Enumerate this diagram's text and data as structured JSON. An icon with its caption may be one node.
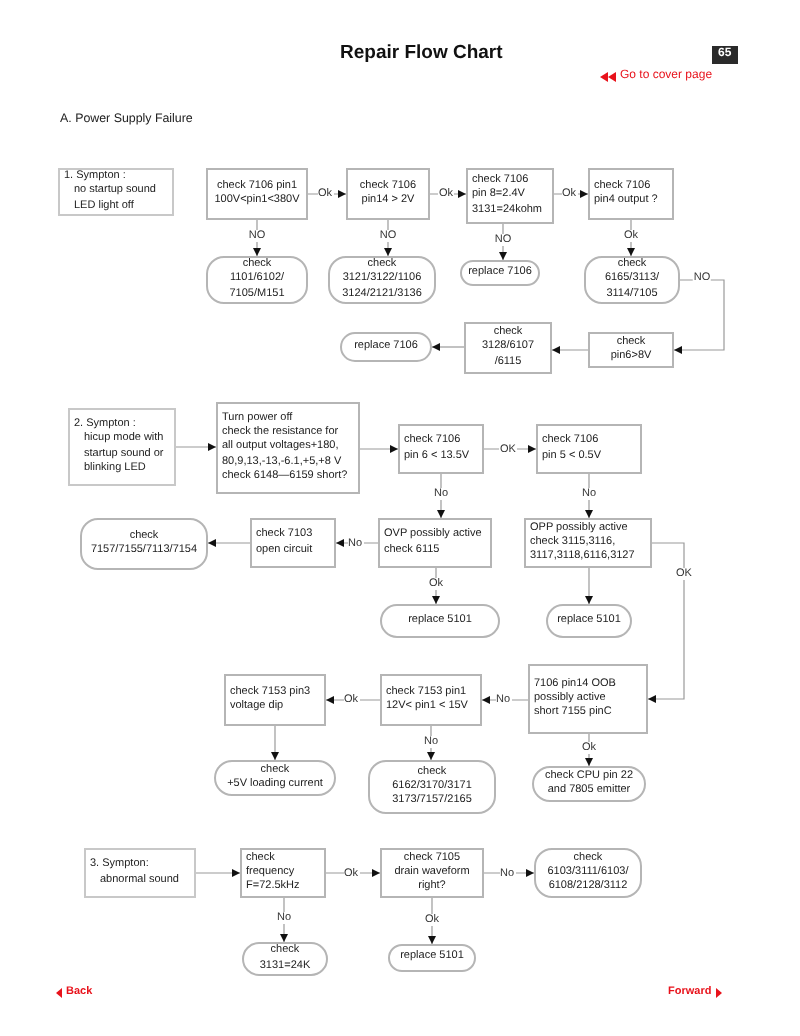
{
  "diagram": {
    "title": "Repair Flow Chart",
    "nodes": [
      {
        "text": [
          "1. Sympton :",
          "no startup sound LED light off"
        ]
      },
      {
        "text": [
          "check 7106 pin1 100V<pin1<380V"
        ]
      },
      {
        "text": [
          "check 7106 pin14 > 2V"
        ]
      },
      {
        "text": [
          "check 7106 pin 8=2.4V 3131=24kohm"
        ]
      },
      {
        "text": [
          "check 7106 pin4 output ?"
        ]
      },
      {
        "text": [
          "check 1101/6102/ 7105/M151"
        ]
      },
      {
        "text": [
          "check 3121/3122/1106 3124/2121/3136"
        ]
      },
      {
        "text": [
          "replace 7106"
        ]
      },
      {
        "text": [
          "check 6165/3113/ 3114/7105"
        ]
      },
      {
        "text": [
          "replace 7106"
        ]
      },
      {
        "text": [
          "check 3128/6107 /6115"
        ]
      },
      {
        "text": [
          "check pin6>8V"
        ]
      },
      {
        "text": [
          "2. Sympton :",
          "hicup mode with startup sound or blinking LED"
        ]
      },
      {
        "text": [
          "Turn power off",
          "check the resistance for all output voltages+180, 80,9,13,-13,-6.1,+5,+8 V",
          "check 6148—6159 short?"
        ]
      },
      {
        "text": [
          "check 7106 pin 6 < 13.5V"
        ]
      },
      {
        "text": [
          "check 7106 pin 5 < 0.5V"
        ]
      },
      {
        "text": [
          "check 7157/7155/7113/7154"
        ]
      },
      {
        "text": [
          "check 7103 open circuit"
        ]
      },
      {
        "text": [
          "OVP possibly active check 6115"
        ]
      },
      {
        "text": [
          "OPP possibly active check 3115,3116, 3117,3118,6116,3127"
        ]
      },
      {
        "text": [
          "replace 5101"
        ]
      },
      {
        "text": [
          "replace 5101"
        ]
      },
      {
        "text": [
          "check 7153 pin3 voltage dip"
        ]
      },
      {
        "text": [
          "check 7153 pin1 12V< pin1 < 15V"
        ]
      },
      {
        "text": [
          "7106 pin14 OOB possibly active short 7155 pinC"
        ]
      },
      {
        "text": [
          "check +5V loading current"
        ]
      },
      {
        "text": [
          "check 6162/3170/3171 3173/7157/2165"
        ]
      },
      {
        "text": [
          "check CPU pin 22 and 7805 emitter"
        ]
      },
      {
        "text": [
          "3. Sympton:",
          "abnormal sound"
        ]
      },
      {
        "text": [
          "check frequency F=72.5kHz"
        ]
      },
      {
        "text": [
          "check 7105 drain waveform right?"
        ]
      },
      {
        "text": [
          "check 6103/3111/6103/ 6108/2128/3112"
        ]
      },
      {
        "text": [
          "check 3131=24K"
        ]
      },
      {
        "text": [
          "replace 5101"
        ]
      }
    ],
    "edges": [
      {
        "from": 1,
        "to": 2,
        "arrow": "to",
        "label": "Ok"
      },
      {
        "from": 2,
        "to": 3,
        "arrow": "to",
        "label": "Ok"
      },
      {
        "from": 3,
        "to": 4,
        "arrow": "to",
        "label": "Ok"
      },
      {
        "from": 1,
        "to": 5,
        "arrow": "to",
        "label": "NO"
      },
      {
        "from": 2,
        "to": 6,
        "arrow": "to",
        "label": "NO"
      },
      {
        "from": 3,
        "to": 7,
        "arrow": "to",
        "label": "NO"
      },
      {
        "from": 4,
        "to": 8,
        "arrow": "to",
        "label": "Ok"
      },
      {
        "from": 8,
        "to": 11,
        "arrow": "to",
        "label": "NO"
      },
      {
        "from": 11,
        "to": 10,
        "arrow": "to"
      },
      {
        "from": 10,
        "to": 9,
        "arrow": "to"
      },
      {
        "from": 12,
        "to": 13,
        "arrow": "to"
      },
      {
        "from": 13,
        "to": 14,
        "arrow": "to"
      },
      {
        "from": 14,
        "to": 15,
        "arrow": "to",
        "label": "OK"
      },
      {
        "from": 14,
        "to": 18,
        "arrow": "to",
        "label": "No"
      },
      {
        "from": 15,
        "to": 19,
        "arrow": "to",
        "label": "No"
      },
      {
        "from": 18,
        "to": 17,
        "arrow": "to",
        "label": "No"
      },
      {
        "from": 17,
        "to": 16,
        "arrow": "to"
      },
      {
        "from": 18,
        "to": 20,
        "arrow": "to",
        "label": "Ok"
      },
      {
        "from": 19,
        "to": 21,
        "arrow": "to"
      },
      {
        "from": 19,
        "to": 24,
        "arrow": "to",
        "label": "OK"
      },
      {
        "from": 24,
        "to": 23,
        "arrow": "to",
        "label": "No"
      },
      {
        "from": 23,
        "to": 22,
        "arrow": "to",
        "label": "Ok"
      },
      {
        "from": 22,
        "to": 25,
        "arrow": "to"
      },
      {
        "from": 23,
        "to": 26,
        "arrow": "to",
        "label": "No"
      },
      {
        "from": 24,
        "to": 27,
        "arrow": "to",
        "label": "Ok"
      },
      {
        "from": 28,
        "to": 29,
        "arrow": "to"
      },
      {
        "from": 29,
        "to": 30,
        "arrow": "to",
        "label": "Ok"
      },
      {
        "from": 30,
        "to": 31,
        "arrow": "to",
        "label": "No"
      },
      {
        "from": 29,
        "to": 32,
        "arrow": "to",
        "label": "No"
      },
      {
        "from": 30,
        "to": 33,
        "arrow": "to",
        "label": "Ok"
      }
    ],
    "labels": [
      "65",
      "Go to cover page",
      "A. Power Supply Failure",
      "Back",
      "Forward"
    ]
  }
}
